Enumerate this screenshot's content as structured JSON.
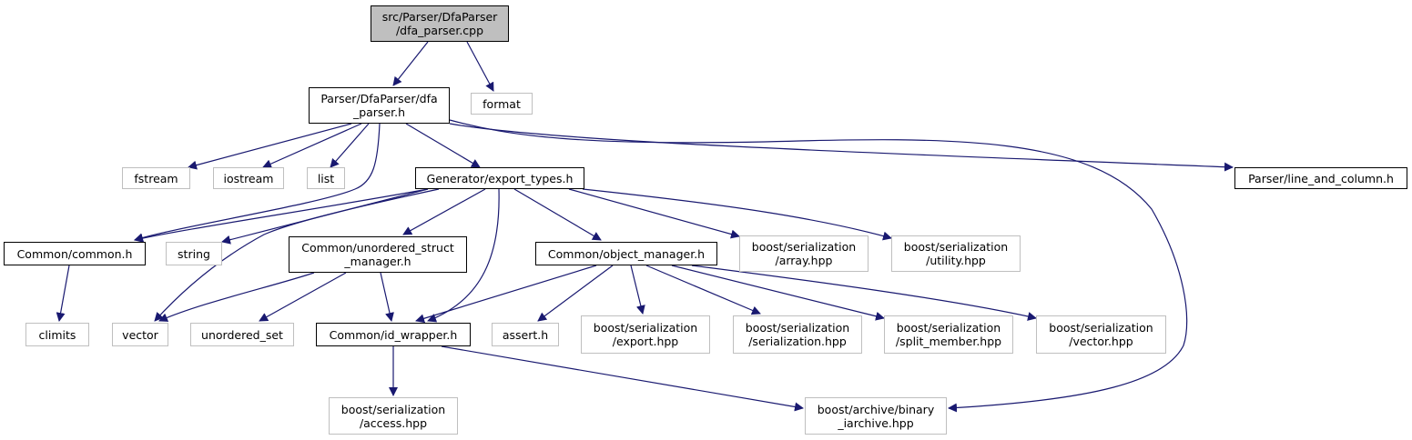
{
  "colors": {
    "edge": "#191970",
    "root_fill": "#bfbfbf",
    "local_border": "#000000",
    "system_border": "#bfbfbf"
  },
  "nodes": {
    "root": {
      "lines": [
        "src/Parser/DfaParser",
        "/dfa_parser.cpp"
      ]
    },
    "dfa_parser_h": {
      "lines": [
        "Parser/DfaParser/dfa",
        "_parser.h"
      ]
    },
    "format": {
      "lines": [
        "format"
      ]
    },
    "fstream": {
      "lines": [
        "fstream"
      ]
    },
    "iostream": {
      "lines": [
        "iostream"
      ]
    },
    "list": {
      "lines": [
        "list"
      ]
    },
    "export_types": {
      "lines": [
        "Generator/export_types.h"
      ]
    },
    "line_and_column": {
      "lines": [
        "Parser/line_and_column.h"
      ]
    },
    "common": {
      "lines": [
        "Common/common.h"
      ]
    },
    "string": {
      "lines": [
        "string"
      ]
    },
    "unordered_struct_manager": {
      "lines": [
        "Common/unordered_struct",
        "_manager.h"
      ]
    },
    "object_manager": {
      "lines": [
        "Common/object_manager.h"
      ]
    },
    "boost_array": {
      "lines": [
        "boost/serialization",
        "/array.hpp"
      ]
    },
    "boost_utility": {
      "lines": [
        "boost/serialization",
        "/utility.hpp"
      ]
    },
    "climits": {
      "lines": [
        "climits"
      ]
    },
    "vector": {
      "lines": [
        "vector"
      ]
    },
    "unordered_set": {
      "lines": [
        "unordered_set"
      ]
    },
    "id_wrapper": {
      "lines": [
        "Common/id_wrapper.h"
      ]
    },
    "assert": {
      "lines": [
        "assert.h"
      ]
    },
    "boost_export": {
      "lines": [
        "boost/serialization",
        "/export.hpp"
      ]
    },
    "boost_serialization": {
      "lines": [
        "boost/serialization",
        "/serialization.hpp"
      ]
    },
    "boost_split_member": {
      "lines": [
        "boost/serialization",
        "/split_member.hpp"
      ]
    },
    "boost_vector": {
      "lines": [
        "boost/serialization",
        "/vector.hpp"
      ]
    },
    "boost_access": {
      "lines": [
        "boost/serialization",
        "/access.hpp"
      ]
    },
    "boost_binary_iarchive": {
      "lines": [
        "boost/archive/binary",
        "_iarchive.hpp"
      ]
    }
  }
}
